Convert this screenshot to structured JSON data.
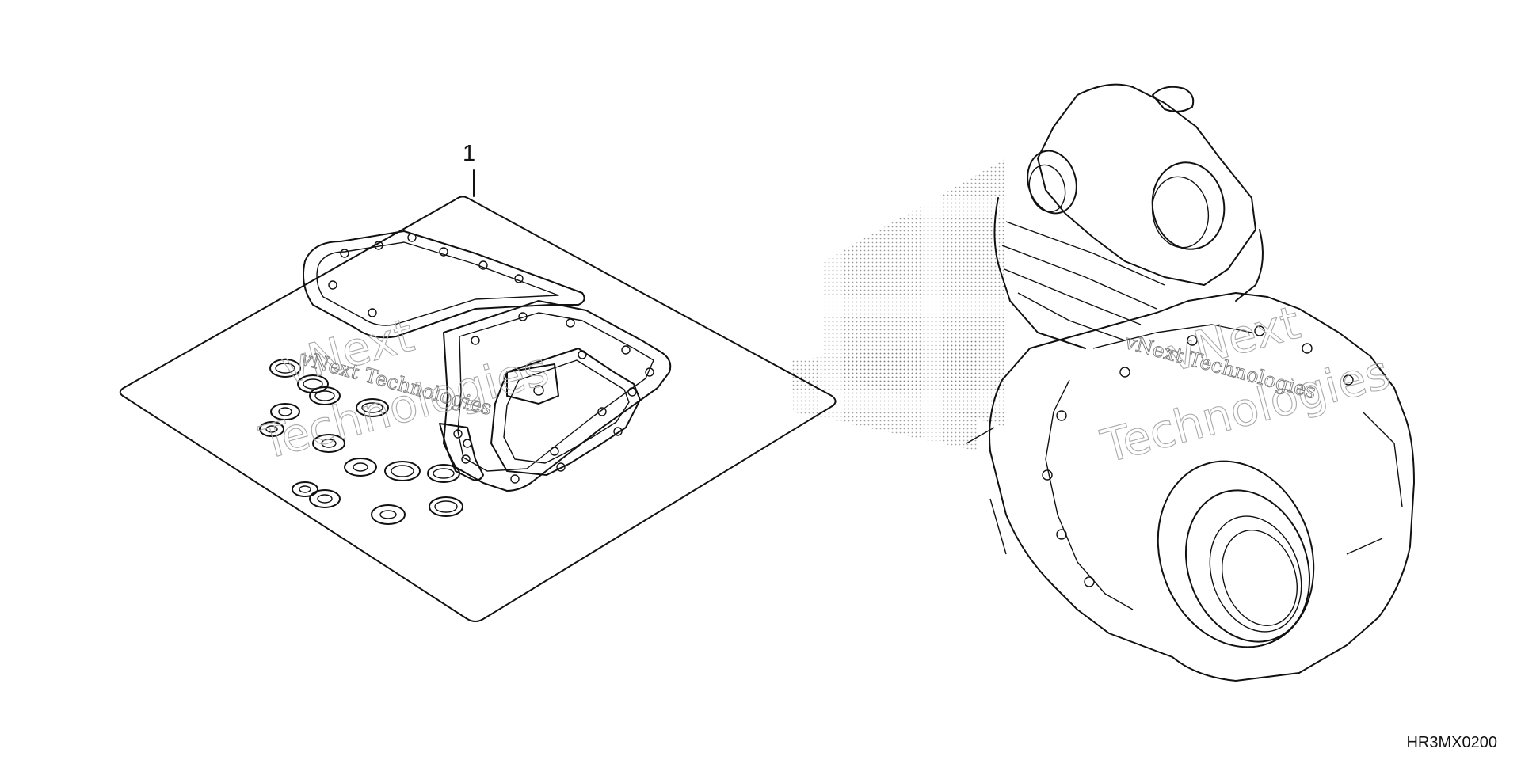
{
  "callout": {
    "number": "1"
  },
  "reference_code": "HR3MX0200",
  "watermark": {
    "line1": "vNext",
    "line2": "Technologies",
    "small": "vNext Technologies"
  },
  "colors": {
    "ink": "#111111",
    "background": "#ffffff",
    "watermark": "#9a9a9a"
  }
}
